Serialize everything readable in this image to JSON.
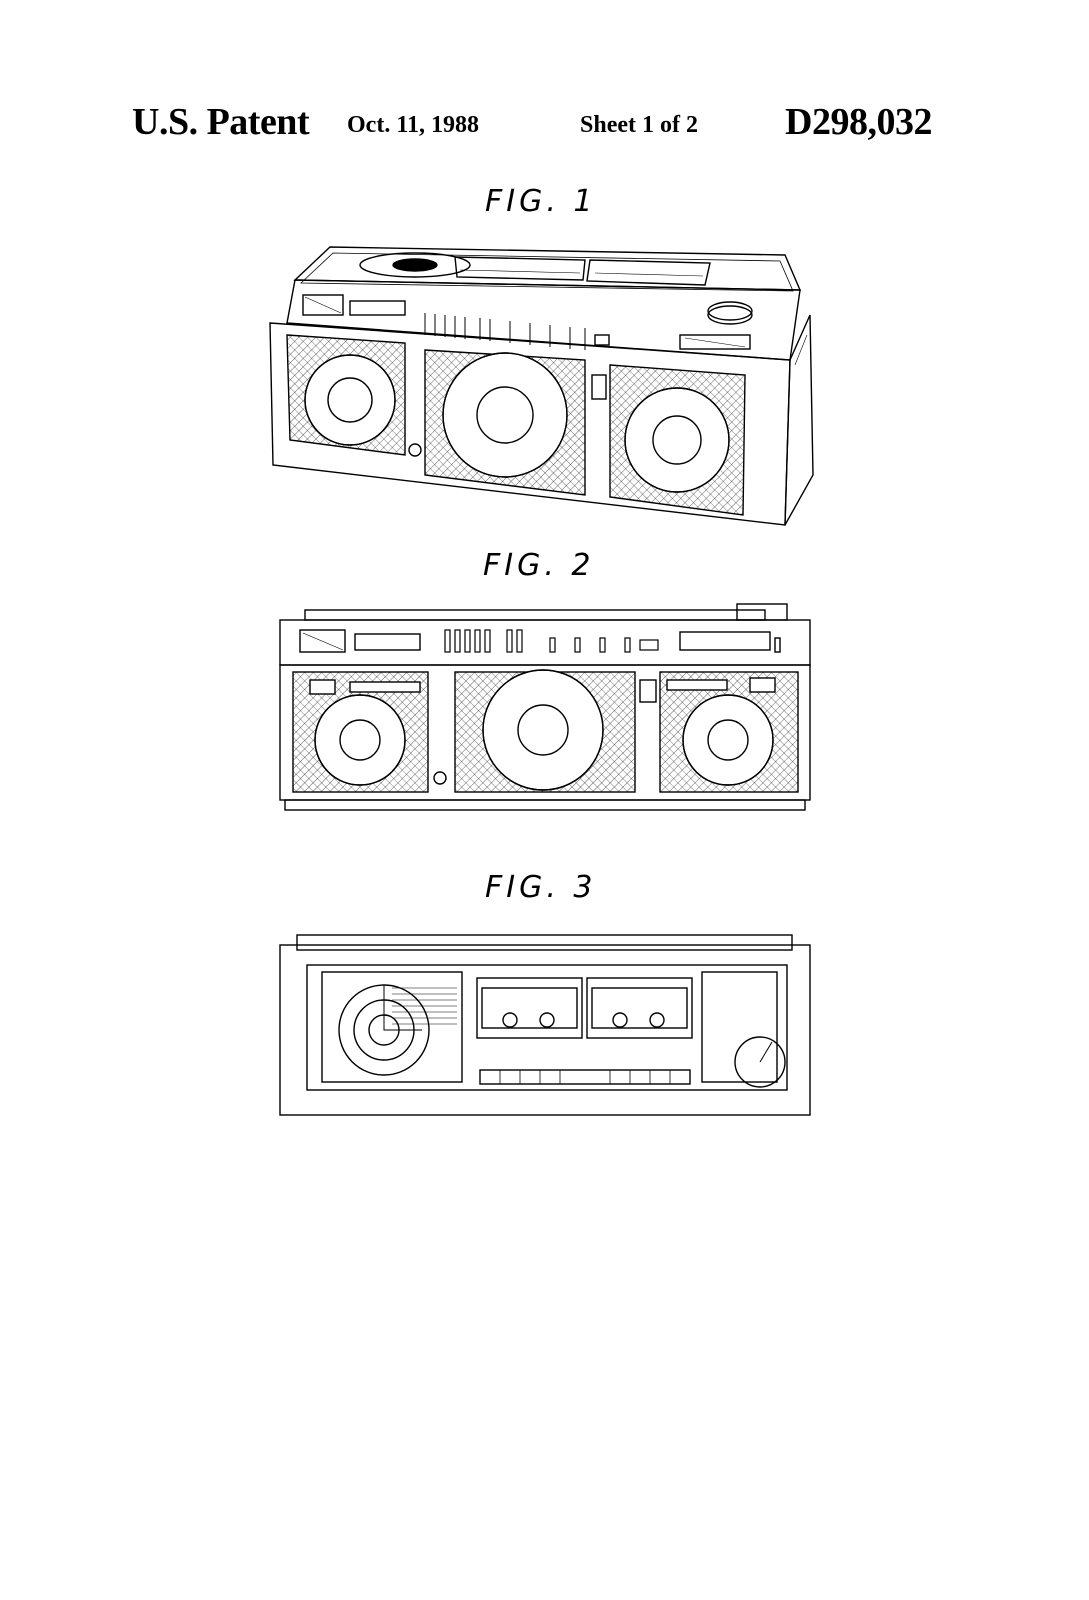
{
  "header": {
    "left": "U.S. Patent",
    "date": "Oct. 11, 1988",
    "sheet": "Sheet 1 of 2",
    "patent_number": "D298,032"
  },
  "figures": [
    {
      "label": "FIG. 1"
    },
    {
      "label": "FIG. 2"
    },
    {
      "label": "FIG. 3"
    }
  ],
  "colors": {
    "ink": "#000000",
    "paper": "#ffffff"
  }
}
